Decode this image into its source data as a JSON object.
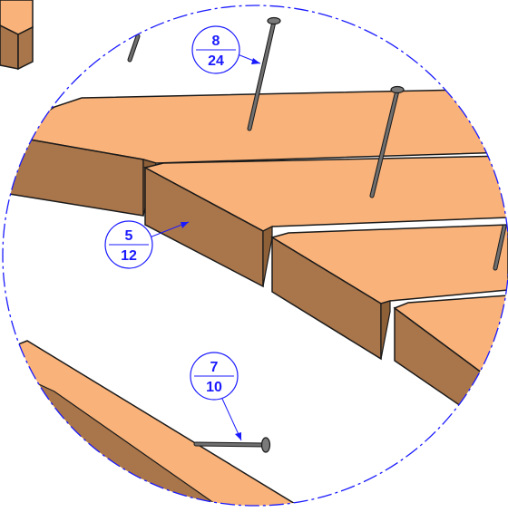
{
  "colors": {
    "board_top": "#F8B27A",
    "board_side": "#A9754A",
    "outline": "#1a1a1a",
    "nail": "#6f6f6f",
    "callout": "#1a1aff",
    "detail_circle": "#1a1aff"
  },
  "callouts": [
    {
      "id": "nail-top",
      "top": "8",
      "bottom": "24"
    },
    {
      "id": "board",
      "top": "5",
      "bottom": "12"
    },
    {
      "id": "nail-bottom",
      "top": "7",
      "bottom": "10"
    }
  ]
}
